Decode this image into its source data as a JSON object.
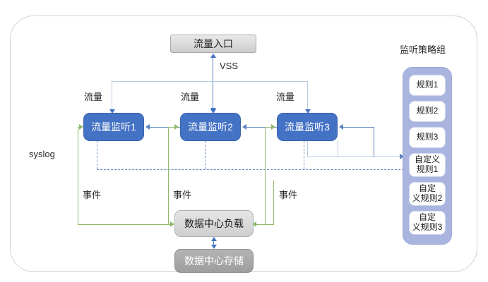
{
  "diagram": {
    "title_panel": "监听策略组",
    "entry": {
      "label": "流量入口"
    },
    "vss_label": "VSS",
    "syslog_label": "syslog",
    "flow_labels": [
      "流量",
      "流量",
      "流量"
    ],
    "event_labels": [
      "事件",
      "事件",
      "事件"
    ],
    "monitors": [
      {
        "label": "流量监听1"
      },
      {
        "label": "流量监听2"
      },
      {
        "label": "流量监听3"
      }
    ],
    "datacenter": [
      {
        "label": "数据中心负载"
      },
      {
        "label": "数据中心存储"
      }
    ],
    "rules": [
      {
        "label": "规则1"
      },
      {
        "label": "规则2"
      },
      {
        "label": "规则3"
      },
      {
        "label": "自定义\n规则1"
      },
      {
        "label": "自定\n义规则2"
      },
      {
        "label": "自定\n义规则3"
      }
    ],
    "colors": {
      "monitor_fill": "#4472C4",
      "panel_fill": "#A9B5DE",
      "rule_fill": "#FFFFFF",
      "load_fill": "#D9D9D9",
      "store_fill": "#A6A6A6",
      "entry_fill": "#DEDEDE",
      "flow_line": "#5B83C0",
      "event_line": "#8FBA6B",
      "policy_line": "#6E8FC4",
      "frame_border": "#D3D3D3"
    }
  }
}
